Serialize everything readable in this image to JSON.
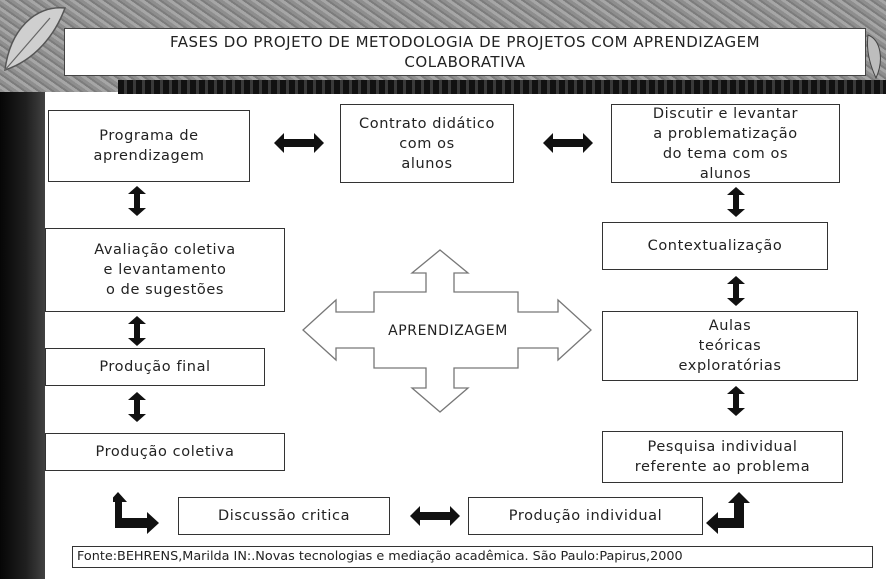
{
  "title": "FASES DO PROJETO DE METODOLOGIA DE PROJETOS COM APRENDIZAGEM COLABORATIVA",
  "boxes": {
    "programa": "Programa de\naprendizagem",
    "contrato": "Contrato didático\ncom os\nalunos",
    "discutir": "Discutir e levantar\na problematização\ndo tema com os\nalunos",
    "contextualizacao": "Contextualização",
    "aulas": "Aulas\nteóricas\nexploratórias",
    "pesquisa": "Pesquisa individual\nreferente ao problema",
    "producao_individual": "Produção individual",
    "discussao": "Discussão critica",
    "producao_coletiva": "Produção coletiva",
    "producao_final": "Produção final",
    "avaliacao": "Avaliação coletiva\ne levantamento\no de sugestões"
  },
  "center": "APRENDIZAGEM",
  "source": "Fonte:BEHRENS,Marilda IN:.Novas tecnologias e mediação acadêmica. São Paulo:Papirus,2000"
}
